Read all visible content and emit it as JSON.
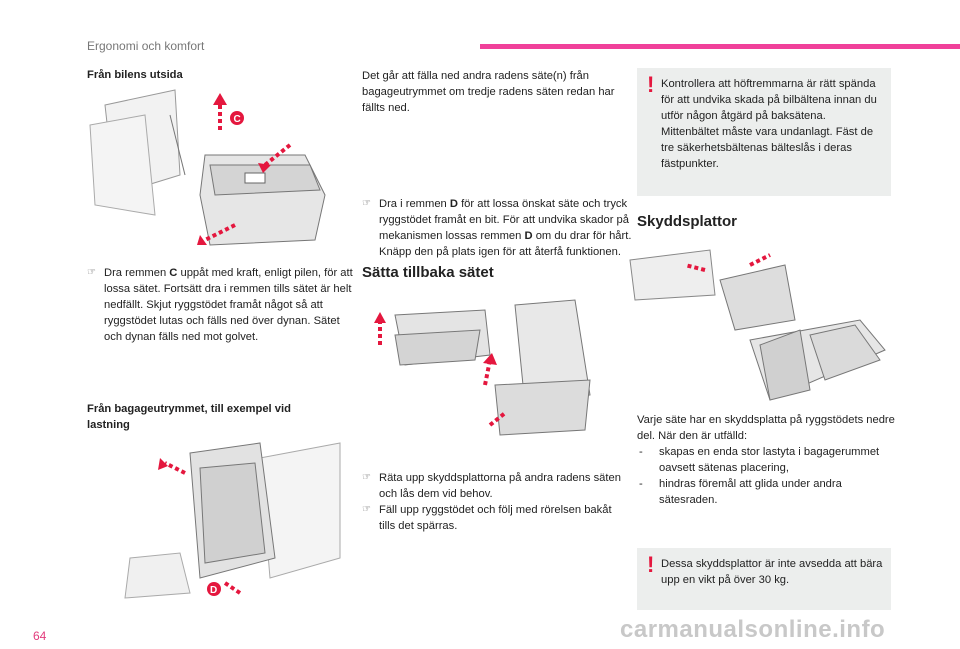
{
  "header": {
    "section": "Ergonomi och komfort",
    "accent": "#f0409a"
  },
  "left": {
    "subtitle1": "Från bilens utsida",
    "figure1_label": "C",
    "bullet1_pre": "Dra remmen ",
    "bullet1_bold": "C",
    "bullet1_post": " uppåt med kraft, enligt pilen, för att lossa sätet. Fortsätt dra i remmen tills sätet är helt nedfällt. Skjut ryggstödet framåt något så att ryggstödet lutas och fälls ned över dynan. Sätet och dynan fälls ned mot golvet.",
    "subtitle2": "Från bagageutrymmet, till exempel vid lastning",
    "figure2_label": "D"
  },
  "middle": {
    "intro": "Det går att fälla ned andra radens säte(n) från bagageutrymmet om tredje radens säten redan har fällts ned.",
    "bullet_a": "Dra i remmen ",
    "bullet_b": "D",
    "bullet_c": " för att lossa önskat säte och tryck ryggstödet framåt en bit. För att undvika skador på mekanismen lossas remmen ",
    "bullet_d": "D",
    "bullet_e": " om du drar för hårt. Knäpp den på plats igen för att återfå funktionen.",
    "heading": "Sätta tillbaka sätet",
    "bullets": [
      "Räta upp skyddsplattorna på andra radens säten och lås dem vid behov.",
      "Fäll upp ryggstödet och följ med rörelsen bakåt tills det spärras."
    ]
  },
  "right": {
    "warning1": "Kontrollera att höftremmarna är rätt spända för att undvika skada på bilbältena innan du utför någon åtgärd på baksätena. Mittenbältet måste vara undanlagt. Fäst de tre säkerhetsbältenas bälteslås i deras fästpunkter.",
    "heading": "Skyddsplattor",
    "intro": "Varje säte har en skyddsplatta på ryggstödets nedre del. När den är utfälld:",
    "dash_items": [
      "skapas en enda stor lastyta i bagagerummet oavsett sätenas placering,",
      "hindras föremål att glida under andra sätesraden."
    ],
    "warning2": "Dessa skyddsplattor är inte avsedda att bära upp en vikt på över 30 kg."
  },
  "footer": {
    "page_number": "64",
    "watermark": "carmanualsonline.info"
  }
}
